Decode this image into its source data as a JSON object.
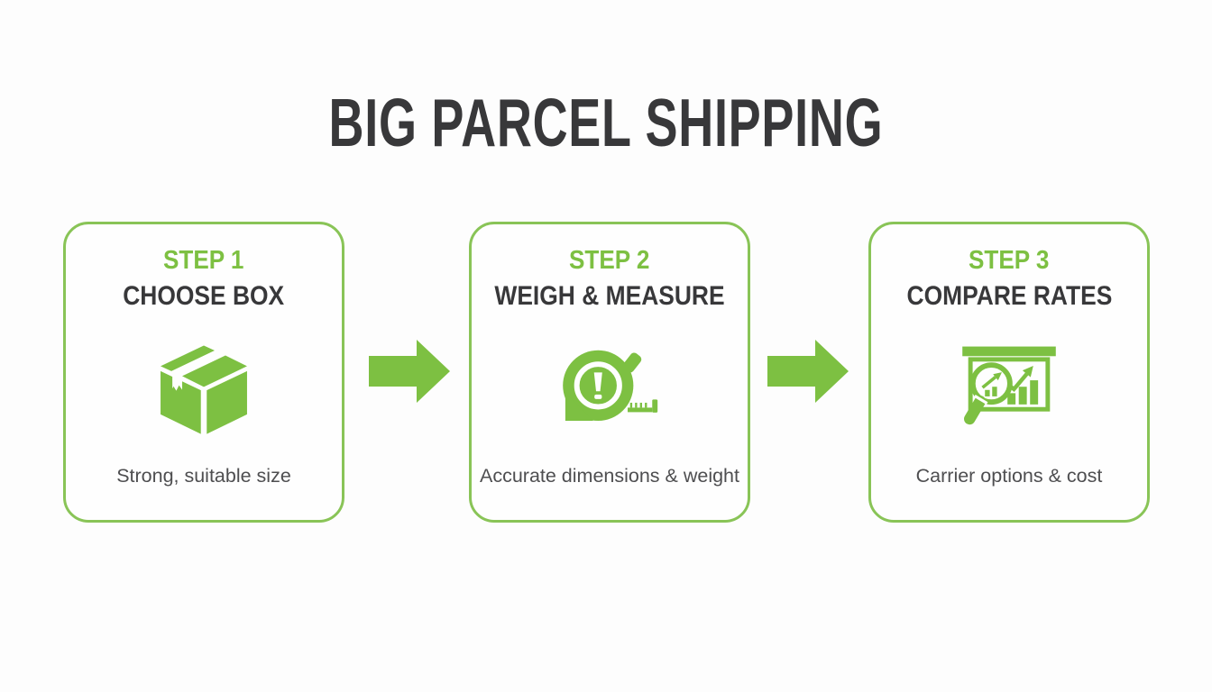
{
  "page": {
    "title": "BIG PARCEL SHIPPING"
  },
  "colors": {
    "accent_green": "#7DC042",
    "card_border_green": "#89C457",
    "heading_dark": "#38383A",
    "caption_gray": "#4E4E50",
    "background": "#FDFDFD"
  },
  "steps": [
    {
      "step_label": "STEP 1",
      "title": "CHOOSE BOX",
      "icon": "parcel-box-icon",
      "caption": "Strong, suitable size"
    },
    {
      "step_label": "STEP 2",
      "title": "WEIGH & MEASURE",
      "icon": "measuring-tape-icon",
      "caption": "Accurate dimensions & weight"
    },
    {
      "step_label": "STEP 3",
      "title": "COMPARE RATES",
      "icon": "rates-chart-icon",
      "caption": "Carrier options & cost"
    }
  ],
  "connectors": [
    {
      "icon": "arrow-right-icon"
    },
    {
      "icon": "arrow-right-icon"
    }
  ]
}
